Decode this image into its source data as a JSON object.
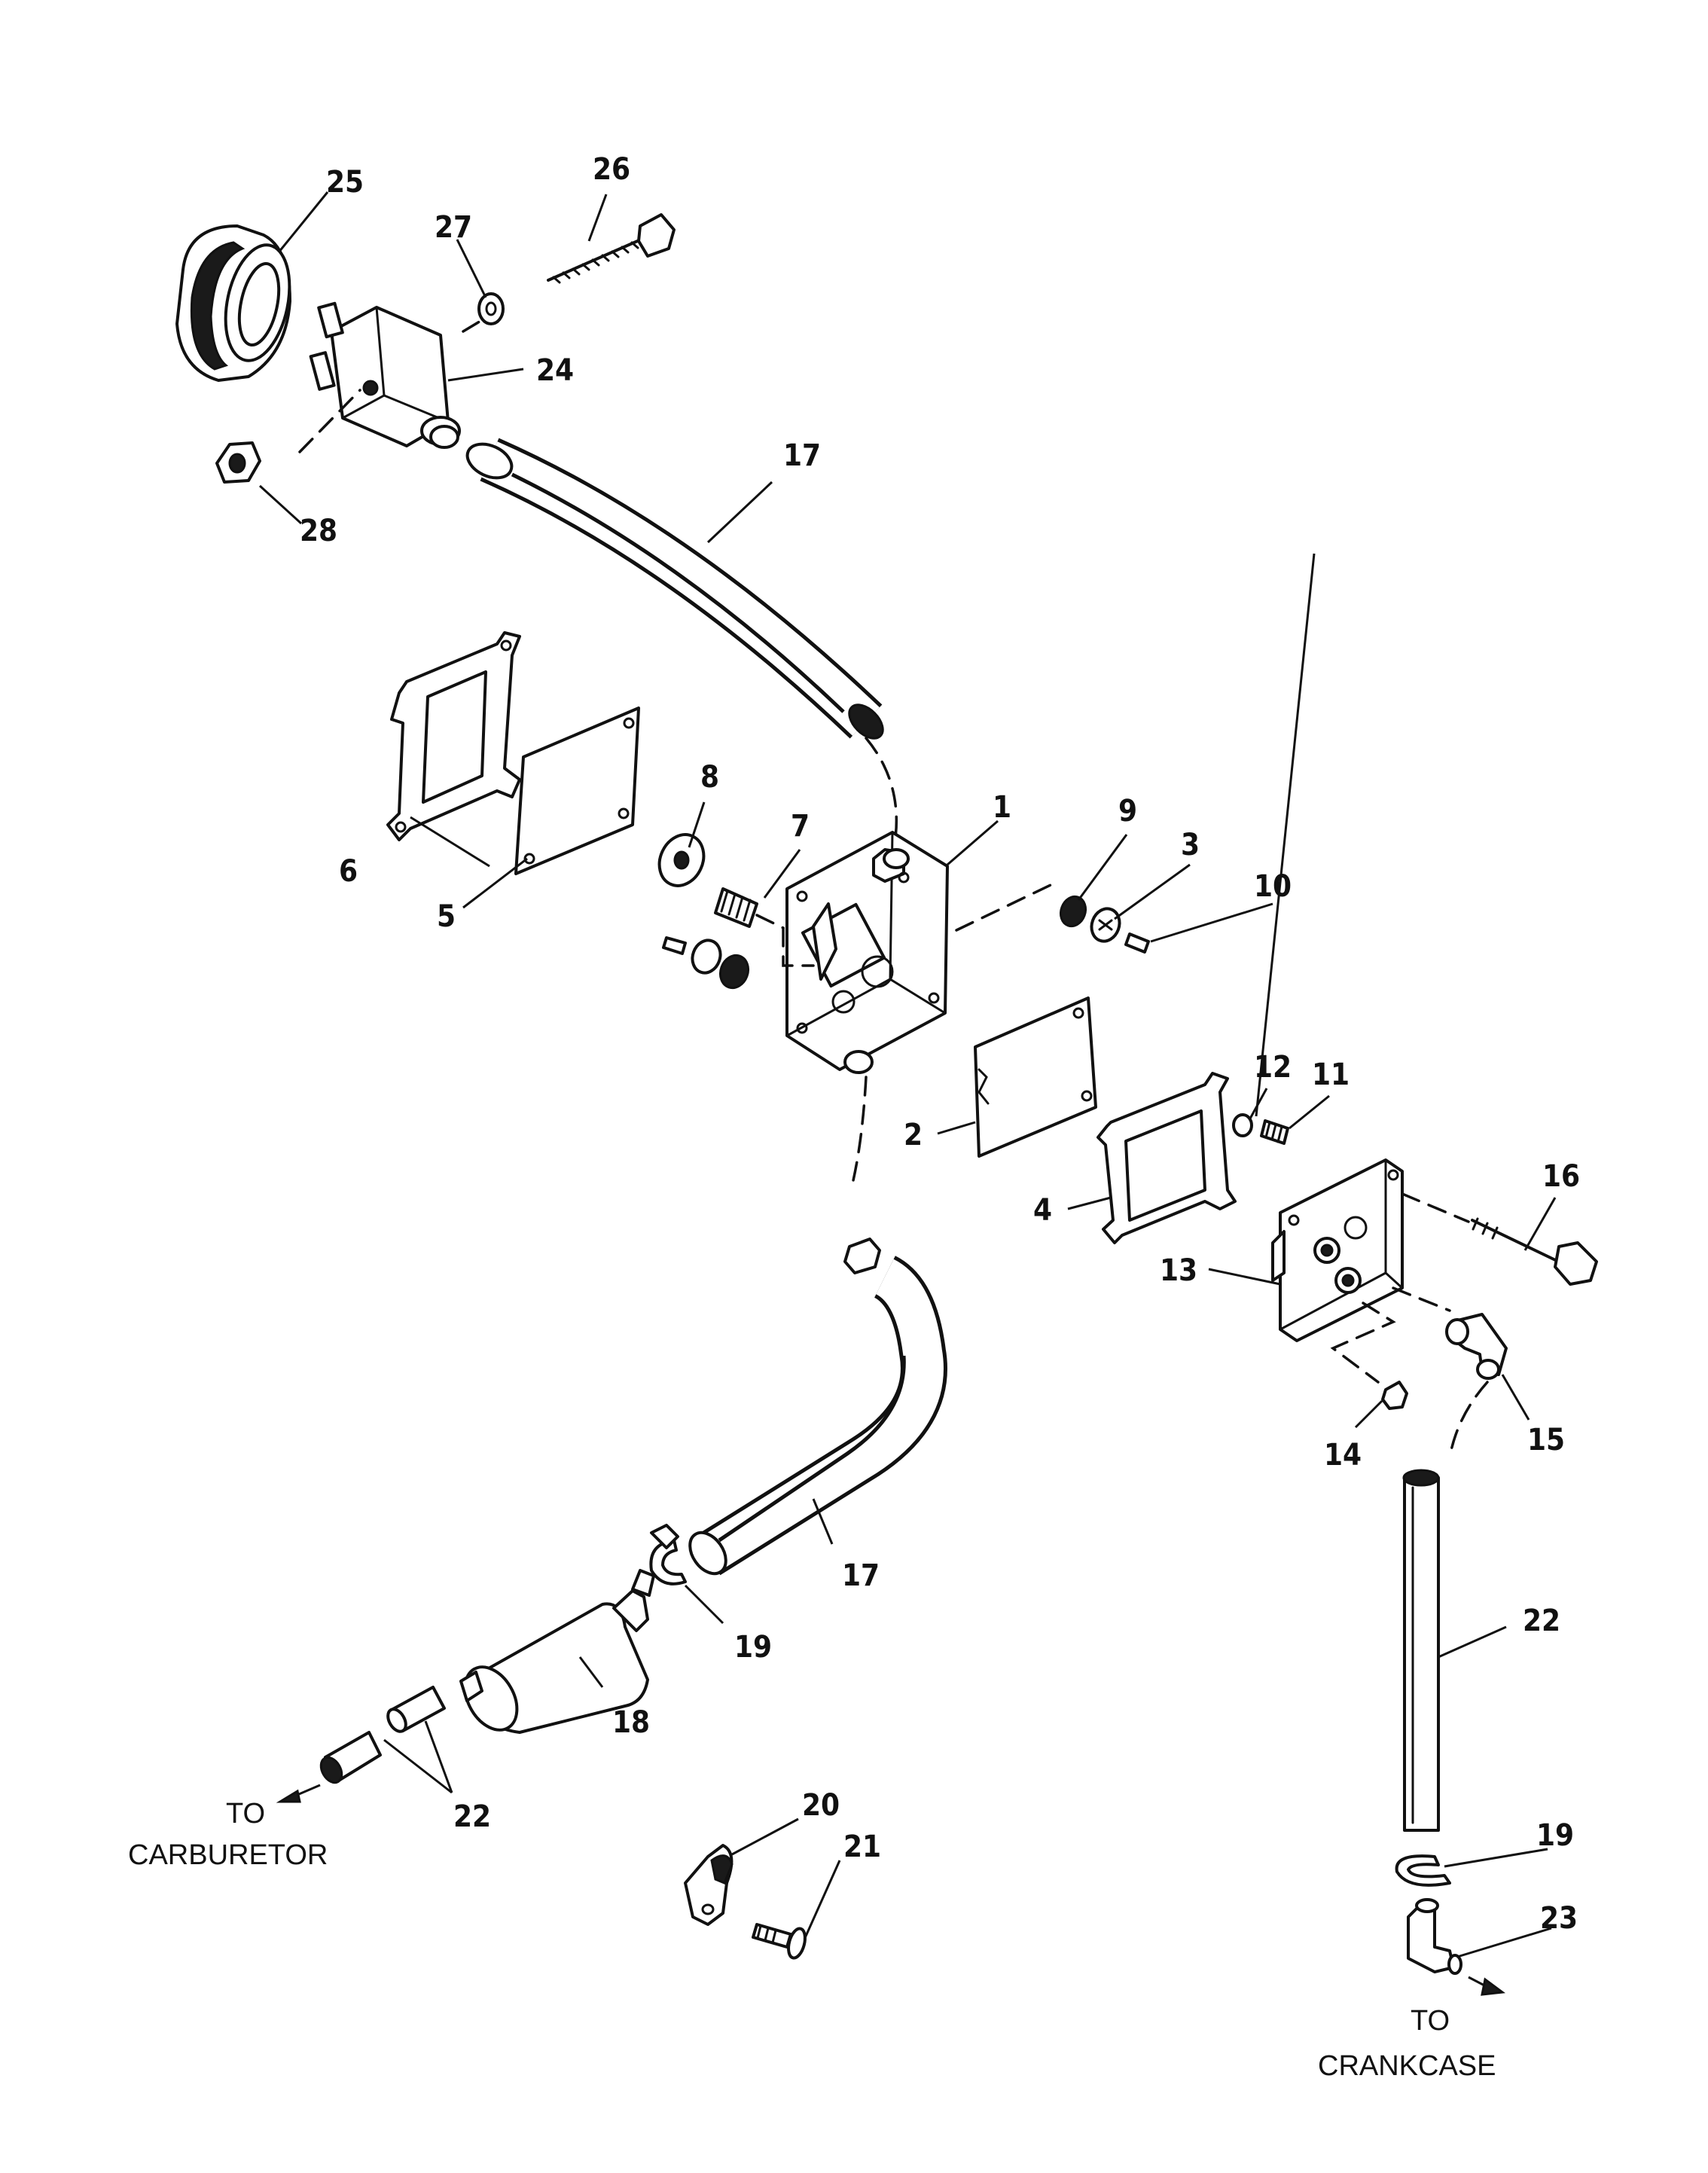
{
  "callouts": [
    {
      "id": "c1",
      "text": "1"
    },
    {
      "id": "c2",
      "text": "2"
    },
    {
      "id": "c3",
      "text": "3"
    },
    {
      "id": "c4",
      "text": "4"
    },
    {
      "id": "c5",
      "text": "5"
    },
    {
      "id": "c6",
      "text": "6"
    },
    {
      "id": "c7",
      "text": "7"
    },
    {
      "id": "c8",
      "text": "8"
    },
    {
      "id": "c9",
      "text": "9"
    },
    {
      "id": "c10",
      "text": "10"
    },
    {
      "id": "c11",
      "text": "11"
    },
    {
      "id": "c12",
      "text": "12"
    },
    {
      "id": "c13",
      "text": "13"
    },
    {
      "id": "c14",
      "text": "14"
    },
    {
      "id": "c15",
      "text": "15"
    },
    {
      "id": "c16",
      "text": "16"
    },
    {
      "id": "c17a",
      "text": "17"
    },
    {
      "id": "c17b",
      "text": "17"
    },
    {
      "id": "c18",
      "text": "18"
    },
    {
      "id": "c19a",
      "text": "19"
    },
    {
      "id": "c19b",
      "text": "19"
    },
    {
      "id": "c20",
      "text": "20"
    },
    {
      "id": "c21",
      "text": "21"
    },
    {
      "id": "c22a",
      "text": "22"
    },
    {
      "id": "c22b",
      "text": "22"
    },
    {
      "id": "c23",
      "text": "23"
    },
    {
      "id": "c24",
      "text": "24"
    },
    {
      "id": "c25",
      "text": "25"
    },
    {
      "id": "c26",
      "text": "26"
    },
    {
      "id": "c27",
      "text": "27"
    },
    {
      "id": "c28",
      "text": "28"
    }
  ],
  "destinations": {
    "carburetor": {
      "line1": "TO",
      "line2": "CARBURETOR"
    },
    "crankcase": {
      "line1": "TO",
      "line2": "CRANKCASE"
    }
  }
}
